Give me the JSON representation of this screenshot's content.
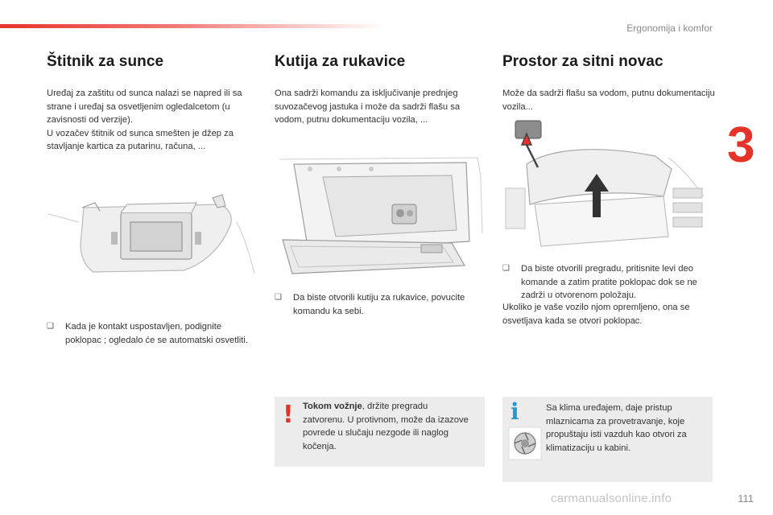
{
  "header": {
    "chapter_title": "Ergonomija i komfor",
    "chapter_number": "3"
  },
  "sections": [
    {
      "title": "Štitnik za sunce",
      "body": [
        "Uređaj za zaštitu od sunca nalazi se napred ili sa strane i uređaj sa osvetljenim ogledalcetom (u zavisnosti od verzije).",
        "U vozačev štitnik od sunca smešten je džep za stavljanje kartica za putarinu, računa, ..."
      ],
      "bullet": "Kada je kontakt uspostavljen, podignite poklopac ; ogledalo će se automatski osvetliti."
    },
    {
      "title": "Kutija za rukavice",
      "body": [
        "Ona sadrži komandu za isključivanje prednjeg suvozačevog jastuka i može da sadrži flašu sa vodom, putnu dokumentaciju vozila, ..."
      ],
      "bullet": "Da biste otvorili kutiju za rukavice, povucite komandu ka sebi.",
      "warning": {
        "bold": "Tokom vožnje",
        "text": ", držite pregradu zatvorenu. U protivnom, može da izazove povrede u slučaju nezgode ili naglog kočenja."
      }
    },
    {
      "title": "Prostor za sitni novac",
      "body": [
        "Može da sadrži flašu sa vodom, putnu dokumentaciju vozila..."
      ],
      "bullet": "Da biste otvorili pregradu, pritisnite levi deo komande a zatim pratite poklopac dok se ne zadrži u otvorenom položaju.",
      "after": "Ukoliko je vaše vozilo njom opremljeno, ona se osvetljava kada se otvori poklopac.",
      "info": "Sa klima uređajem, daje pristup mlaznicama za provetravanje, koje propuštaju isti vazduh kao otvori za klimatizaciju u kabini."
    }
  ],
  "icons": {
    "bullet": "",
    "bullet_glyph": "❑",
    "warning": "!",
    "info": "i"
  },
  "footer": {
    "page_number": "111",
    "watermark": "carmanualsonline.info"
  },
  "colors": {
    "accent": "#e6332a",
    "info": "#1e9bd7",
    "box": "#ececec"
  }
}
